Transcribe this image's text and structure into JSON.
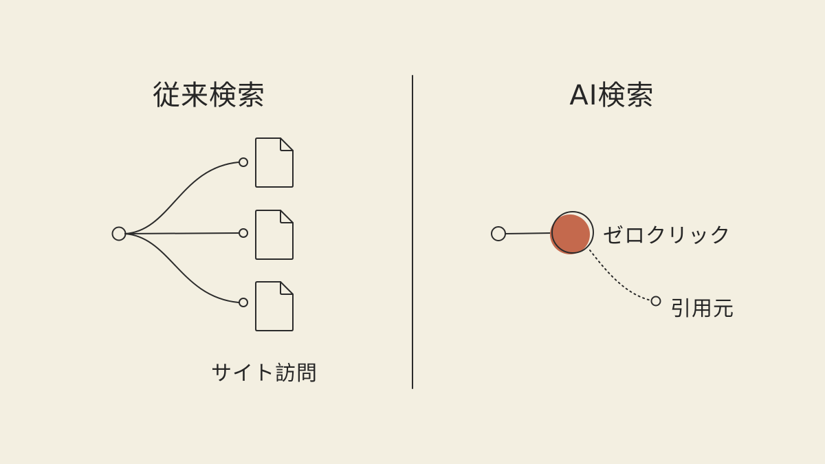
{
  "left_panel": {
    "title": "従来検索",
    "caption": "サイト訪問",
    "documents": [
      {
        "icon": "document-icon"
      },
      {
        "icon": "document-icon"
      },
      {
        "icon": "document-icon"
      }
    ]
  },
  "right_panel": {
    "title": "AI検索",
    "primary_label": "ゼロクリック",
    "secondary_label": "引用元"
  },
  "colors": {
    "background": "#f3efe1",
    "ink": "#2b2b2b",
    "accent": "#c4694d"
  }
}
